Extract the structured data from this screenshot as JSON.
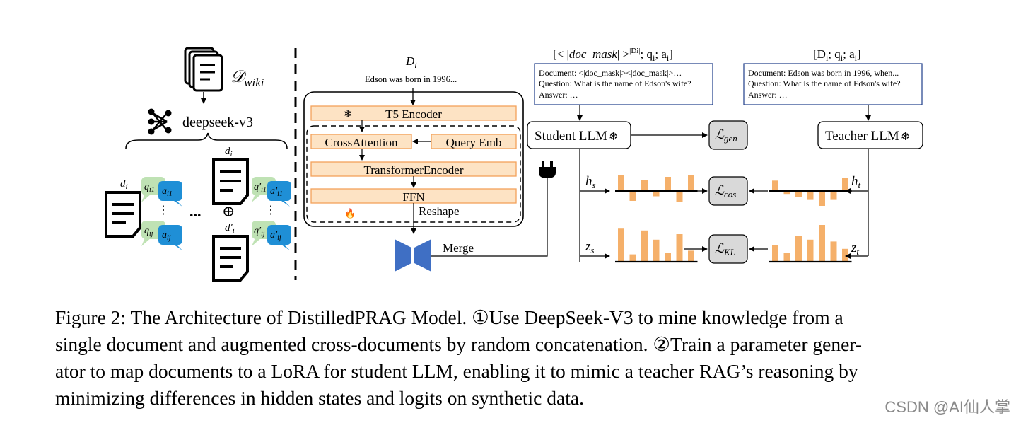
{
  "left": {
    "corpus_label": "𝒟",
    "corpus_sub": "wiki",
    "model_label": "deepseek-v3",
    "doc_label": "d",
    "doc_sub": "i",
    "doc_label_top": "d",
    "doc_sub_top": "i",
    "doc_label_bottom": "d′",
    "doc_sub_bottom": "i",
    "q1": "q",
    "q1_sub": "i1",
    "a1": "a",
    "a1_sub": "i1",
    "qj": "q",
    "qj_sub": "ij",
    "aj": "a",
    "aj_sub": "ij",
    "q1p": "q′",
    "q1p_sub": "i1",
    "a1p": "a′",
    "a1p_sub": "i1",
    "qjp": "q′",
    "qjp_sub": "ij",
    "ajp": "a′",
    "ajp_sub": "ij",
    "ellipsis": "...",
    "vdots": "⋮",
    "oplus": "⊕"
  },
  "generator": {
    "doc_var": "D",
    "doc_var_sub": "i",
    "doc_text": "Edson was born in 1996...",
    "t5": "T5 Encoder",
    "cross": "CrossAttention",
    "query": "Query Emb",
    "transformer": "TransformerEncoder",
    "ffn": "FFN",
    "reshape": "Reshape",
    "merge": "Merge",
    "snow": "❄",
    "flame": "🔥"
  },
  "student": {
    "prompt_title": "[< |doc_mask| >^|Di|; qi; ai]",
    "prompt_title_a": "[< |",
    "prompt_title_b": "doc_mask",
    "prompt_title_c": "| >",
    "prompt_title_sup": "|Di|",
    "prompt_title_d": "; q",
    "prompt_title_e": "i",
    "prompt_title_f": "; a",
    "prompt_title_g": "i",
    "prompt_title_h": "]",
    "line1": "Document: <|doc_mask|><|doc_mask|>…",
    "line2": "Question: What is the name of Edson's wife?",
    "line3": "Answer: …",
    "llm": "Student LLM",
    "hs": "h",
    "hs_sub": "s",
    "zs": "z",
    "zs_sub": "s"
  },
  "teacher": {
    "prompt_title_a": "[D",
    "prompt_title_b": "i",
    "prompt_title_c": "; q",
    "prompt_title_d": "i",
    "prompt_title_e": "; a",
    "prompt_title_f": "i",
    "prompt_title_g": "]",
    "line1": "Document: Edson was born in 1996, when...",
    "line2": "Question: What is the name of Edson's wife?",
    "line3": "Answer: …",
    "llm": "Teacher LLM",
    "ht": "h",
    "ht_sub": "t",
    "zt": "z",
    "zt_sub": "t"
  },
  "losses": {
    "gen": "ℒ",
    "gen_sub": "gen",
    "cos": "ℒ",
    "cos_sub": "cos",
    "kl": "ℒ",
    "kl_sub": "KL"
  },
  "caption": {
    "line1": "Figure 2:  The Architecture of DistilledPRAG Model. ①Use DeepSeek-V3 to mine knowledge from a",
    "line2": "single document and augmented cross-documents by random concatenation. ②Train a parameter gener-",
    "line3": "ator to map documents to a LoRA for student LLM, enabling it to mimic a teacher RAG’s reasoning by",
    "line4": "minimizing differences in hidden states and logits on synthetic data."
  },
  "watermark": "CSDN @AI仙人掌",
  "colors": {
    "bar": "#f5b06a",
    "orange_fill": "#fde3c4",
    "orange_stroke": "#f3a25a",
    "green_bubble": "#bfe2b4",
    "blue_bubble": "#1f8fd6",
    "merge_blue": "#3f6fc4",
    "loss_gray": "#d9d9d9"
  },
  "bars": {
    "hs": [
      0.45,
      -0.28,
      0.3,
      -0.15,
      0.4,
      -0.3,
      0.45
    ],
    "ht": [
      0.35,
      -0.1,
      -0.2,
      -0.3,
      -0.5,
      -0.3,
      0.45
    ],
    "zs": [
      0.9,
      0.2,
      0.85,
      0.6,
      0.25,
      0.75,
      0.3
    ],
    "zt": [
      0.45,
      0.25,
      0.7,
      0.6,
      1.0,
      0.55,
      0.35
    ]
  }
}
